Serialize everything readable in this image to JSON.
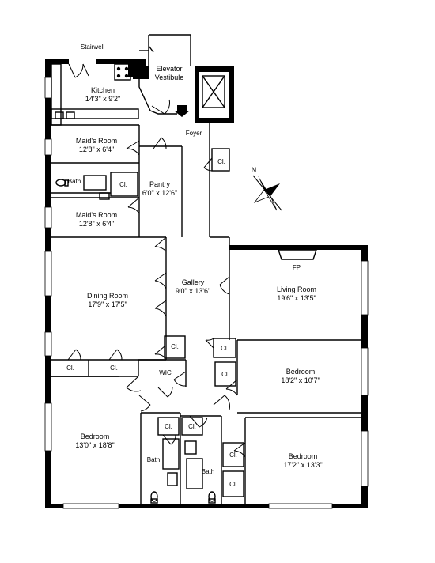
{
  "labels": {
    "stairwell": "Stairwell",
    "elevator": "Elevator",
    "vestibule": "Vestibule",
    "foyer": "Foyer",
    "closet": "Cl.",
    "bath": "Bath",
    "wic": "WIC",
    "fp": "FP",
    "north": "N"
  },
  "rooms": {
    "kitchen": {
      "name": "Kitchen",
      "dims": "14'3\" x 9'2\""
    },
    "maid1": {
      "name": "Maid's Room",
      "dims": "12'8\" x 6'4\""
    },
    "maid2": {
      "name": "Maid's Room",
      "dims": "12'8\" x 6'4\""
    },
    "pantry": {
      "name": "Pantry",
      "dims": "6'0\" x 12'6\""
    },
    "dining": {
      "name": "Dining Room",
      "dims": "17'9\" x 17'5\""
    },
    "gallery": {
      "name": "Gallery",
      "dims": "9'0\" x 13'6\""
    },
    "living": {
      "name": "Living Room",
      "dims": "19'6\" x 13'5\""
    },
    "bedroom1": {
      "name": "Bedroom",
      "dims": "18'2\" x 10'7\""
    },
    "bedroom2": {
      "name": "Bedroom",
      "dims": "13'0\" x 18'8\""
    },
    "bedroom3": {
      "name": "Bedroom",
      "dims": "17'2\" x 13'3\""
    }
  }
}
